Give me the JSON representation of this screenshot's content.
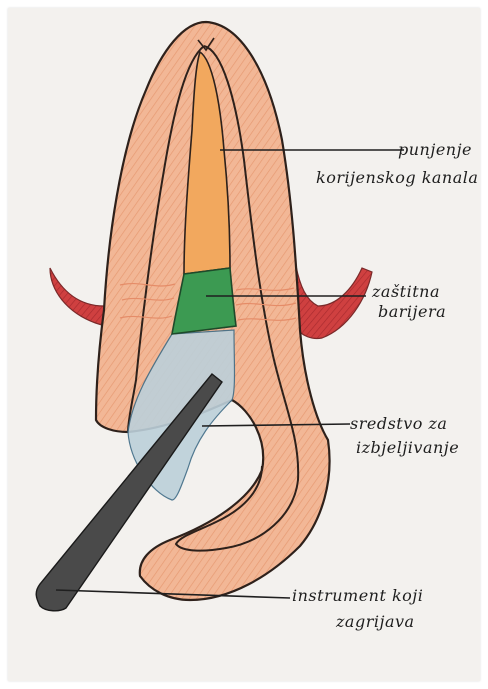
{
  "labels": {
    "canal_filling": [
      "punjenje",
      "korijenskog kanala"
    ],
    "barrier": [
      "zaštitna",
      "barijera"
    ],
    "whitening_agent": [
      "sredstvo za",
      "izbjeljivanje"
    ],
    "instrument": [
      "instrument koji",
      "zagrijava"
    ]
  },
  "colors": {
    "paper": "#f3f1ee",
    "dentin": "#f0b08e",
    "outline": "#3a2a22",
    "canal_filling": "#f0a45c",
    "barrier": "#3aa154",
    "whitening_agent": "#b7c9d3",
    "gum": "#c8383a",
    "instrument": "#4a4a4a"
  },
  "icons": {
    "tooth": "tooth-crown-illustration",
    "instrument": "heating-instrument-tip"
  }
}
